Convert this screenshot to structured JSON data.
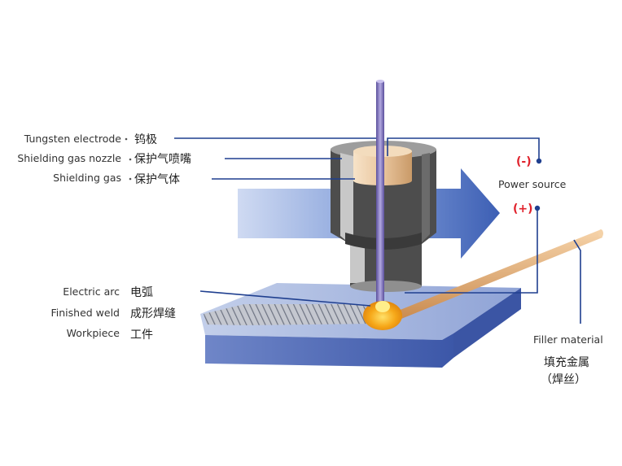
{
  "labels": {
    "tungsten_electrode_en": "Tungsten electrode",
    "tungsten_electrode_zh": "钨极",
    "nozzle_en": "Shielding gas nozzle",
    "nozzle_zh": "保护气喷嘴",
    "gas_en": "Shielding gas",
    "gas_zh": "保护气体",
    "arc_en": "Electric arc",
    "arc_zh": "电弧",
    "weld_en": "Finished weld",
    "weld_zh": "成形焊缝",
    "workpiece_en": "Workpiece",
    "workpiece_zh": "工件",
    "power_source": "Power source",
    "negative": "(-)",
    "positive": "(+)",
    "filler_en": "Filler material",
    "filler_zh": "填充金属",
    "filler_zh_sub": "（焊丝）"
  },
  "colors": {
    "leader_line": "#1f3f8f",
    "polarity": "#e0212b",
    "arrow": "#4a6fc0",
    "workpiece_top": "#aab9de",
    "workpiece_side": "#4a66b8",
    "nozzle_dark": "#4d4d4d",
    "nozzle_light": "#c8c8c8",
    "gas_copper": "#e6c29a",
    "electrode": "#7a6fb5",
    "arc": "#f4a51c",
    "filler_rod": "#e8b27c"
  }
}
